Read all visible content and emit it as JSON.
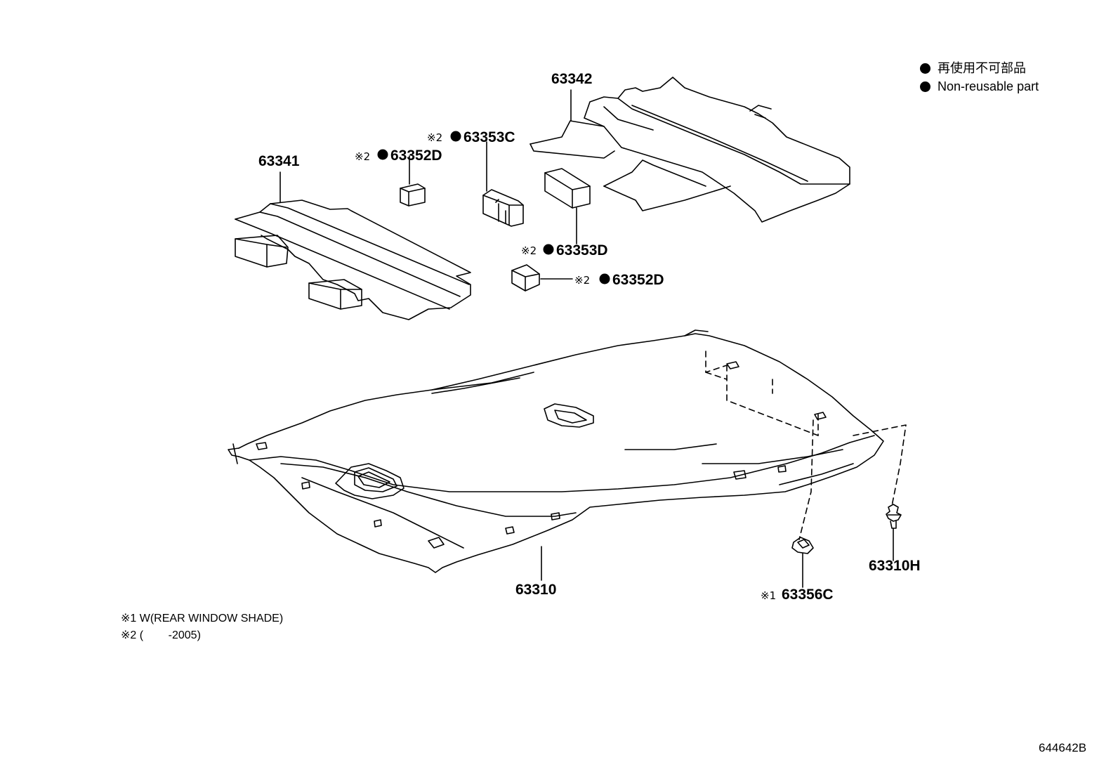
{
  "legend": {
    "items": [
      {
        "text": "再使用不可部品"
      },
      {
        "text": "Non-reusable part"
      }
    ]
  },
  "parts": {
    "p63342": {
      "number": "63342"
    },
    "p63341": {
      "number": "63341"
    },
    "p63353C": {
      "mark": "※2",
      "number": "63353C",
      "non_reusable": true
    },
    "p63352D_top": {
      "mark": "※2",
      "number": "63352D",
      "non_reusable": true
    },
    "p63353D": {
      "mark": "※2",
      "number": "63353D",
      "non_reusable": true
    },
    "p63352D_mid": {
      "mark": "※2",
      "number": "63352D",
      "non_reusable": true
    },
    "p63310": {
      "number": "63310"
    },
    "p63310H": {
      "number": "63310H"
    },
    "p63356C": {
      "mark": "※1",
      "number": "63356C"
    }
  },
  "notes": [
    {
      "text": "※1 W(REAR WINDOW SHADE)"
    },
    {
      "text": "※2 (        -2005)"
    }
  ],
  "document_id": "644642B"
}
